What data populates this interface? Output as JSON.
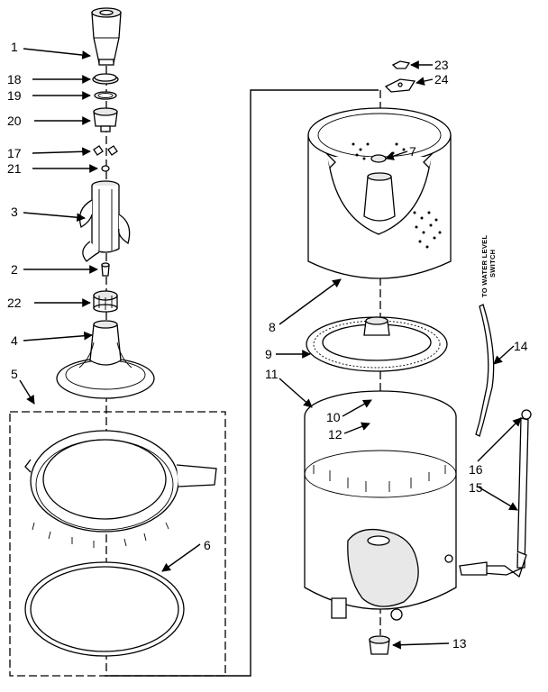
{
  "callouts": {
    "c1": "1",
    "c18": "18",
    "c19": "19",
    "c20": "20",
    "c17": "17",
    "c21": "21",
    "c3": "3",
    "c2": "2",
    "c22": "22",
    "c4": "4",
    "c5": "5",
    "c6": "6",
    "c23": "23",
    "c24": "24",
    "c7": "7",
    "c8": "8",
    "c9": "9",
    "c11": "11",
    "c10": "10",
    "c12": "12",
    "c13": "13",
    "c14": "14",
    "c16": "16",
    "c15": "15"
  },
  "side_note": [
    "TO WATER LEVEL",
    "SWITCH"
  ]
}
